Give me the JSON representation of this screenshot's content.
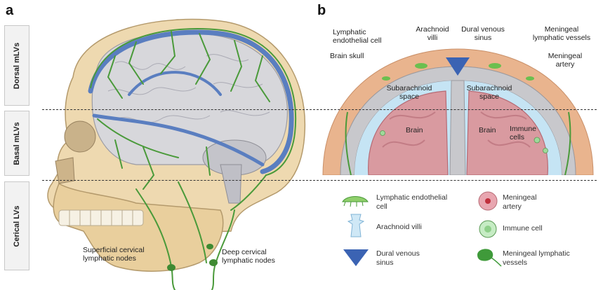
{
  "panels": {
    "a": "a",
    "b": "b"
  },
  "side_labels": [
    "Dorsal mLVs",
    "Basal mLVs",
    "Cerical LVs"
  ],
  "panel_a": {
    "superficial": [
      "Superficial cervical",
      "lymphatic nodes"
    ],
    "deep": [
      "Deep cervical",
      "lymphatic nodes"
    ]
  },
  "panel_b": {
    "lymphatic_endothelial": [
      "Lymphatic",
      "endothelial cell"
    ],
    "arachnoid_villi": [
      "Arachnoid",
      "villi"
    ],
    "dural_venous_sinus": [
      "Dural venous",
      "sinus"
    ],
    "meningeal_lymphatic": [
      "Meningeal",
      "lymphatic vessels"
    ],
    "brain_skull": "Brain skull",
    "meningeal_artery": [
      "Meningeal",
      "artery"
    ],
    "subarachnoid_left": [
      "Subarachnoid",
      "space"
    ],
    "subarachnoid_right": [
      "Subarachnoid",
      "space"
    ],
    "brain_left": "Brain",
    "brain_right": "Brain",
    "immune_cells": [
      "Immune",
      "cells"
    ]
  },
  "legend": [
    {
      "icon": "lymphatic-endothelial-cell-icon",
      "label": [
        "Lymphatic endothelial",
        "cell"
      ]
    },
    {
      "icon": "meningeal-artery-icon",
      "label": [
        "Meningeal",
        "artery"
      ]
    },
    {
      "icon": "arachnoid-villi-icon",
      "label": [
        "Arachnoid villi"
      ]
    },
    {
      "icon": "immune-cell-icon",
      "label": [
        "Immune cell"
      ]
    },
    {
      "icon": "dural-venous-sinus-icon",
      "label": [
        "Dural venous",
        "sinus"
      ]
    },
    {
      "icon": "meningeal-lymphatic-vessels-icon",
      "label": [
        "Meningeal lymphatic",
        "vessels"
      ]
    }
  ],
  "colors": {
    "lymphatic_green": "#4a9a3a",
    "sinus_blue": "#4a6fb5",
    "brain_pink": "#d48a92",
    "skull_tan": "#e6cda0",
    "csf_blue": "#bfe0f2",
    "dura_gray": "#b8b8b8"
  }
}
